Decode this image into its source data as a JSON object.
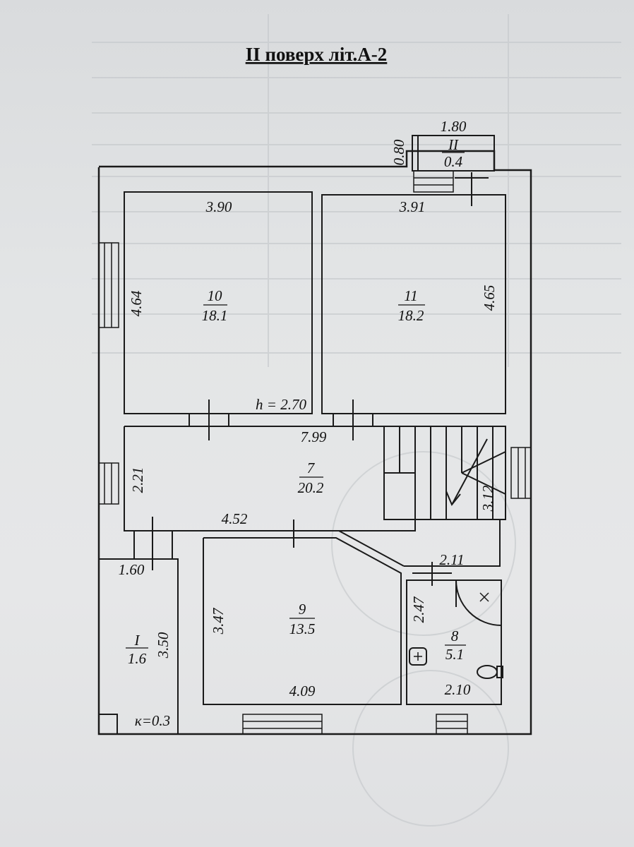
{
  "title": "II поверх літ.А-2",
  "colors": {
    "paper": "#e3e5e6",
    "ink": "#1a1a1a",
    "ghost": "#9aa0a6"
  },
  "rooms": [
    {
      "number": "10",
      "area": "18.1"
    },
    {
      "number": "11",
      "area": "18.2"
    },
    {
      "number": "7",
      "area": "20.2"
    },
    {
      "number": "9",
      "area": "13.5"
    },
    {
      "number": "8",
      "area": "5.1"
    },
    {
      "number": "I",
      "area": "1.6"
    },
    {
      "number": "II",
      "area": "0.4"
    }
  ],
  "dimensions": {
    "r10_width": "3.90",
    "r10_depth": "4.64",
    "r11_width": "3.91",
    "r11_depth": "4.65",
    "ceiling_height": "h = 2.70",
    "r7_width": "7.99",
    "r7_depth": "2.21",
    "r7_lower": "4.52",
    "stair": "3.12",
    "r9_depth": "3.47",
    "r9_width": "4.09",
    "r8_width_top": "2.11",
    "r8_depth": "2.47",
    "r8_width_bottom": "2.10",
    "rI_width": "1.60",
    "rI_depth": "3.50",
    "rI_k": "к=0.3",
    "rII_width": "1.80",
    "rII_depth": "0.80"
  }
}
